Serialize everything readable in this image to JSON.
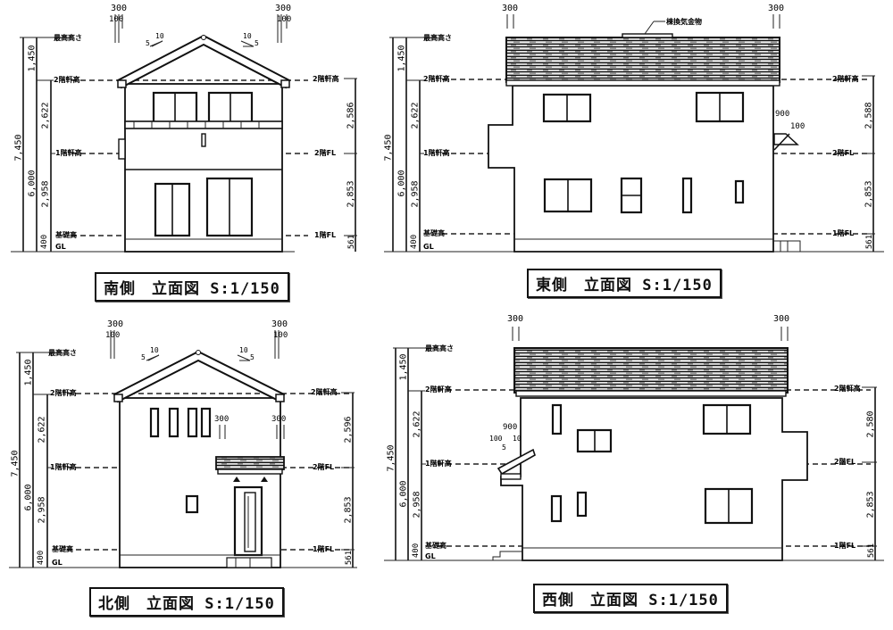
{
  "captions": {
    "south": "南側　立面図 S:1/150",
    "east": "東側　立面図 S:1/150",
    "north": "北側　立面図 S:1/150",
    "west": "西側　立面図 S:1/150"
  },
  "level_labels": {
    "max_height": "最高高さ",
    "eave_2f": "2階軒高",
    "eave_1f": "1階軒高",
    "floor_2f": "2階FL",
    "floor_1f": "1階FL",
    "foundation": "基礎高",
    "gl": "GL"
  },
  "left_dimensions": {
    "total": "7,450",
    "to_eave": "6,000",
    "roof": "1,450",
    "upper": "2,622",
    "lower": "2,958",
    "base": "400"
  },
  "right_dimensions": {
    "south": {
      "upper": "2,586",
      "lower": "2,853",
      "base": "561"
    },
    "east": {
      "upper": "2,588",
      "lower": "2,853",
      "base": "561"
    },
    "north": {
      "upper": "2,596",
      "lower": "2,853",
      "base": "561"
    },
    "west": {
      "upper": "2,580",
      "lower": "2,853",
      "base": "561"
    }
  },
  "roof_annotations": {
    "overhang": "300",
    "fascia": "100",
    "pitch_run": "10",
    "pitch_rise": "5",
    "canopy_width": "900",
    "ridge_hardware": "棟換気金物",
    "canopy_side": "300"
  }
}
